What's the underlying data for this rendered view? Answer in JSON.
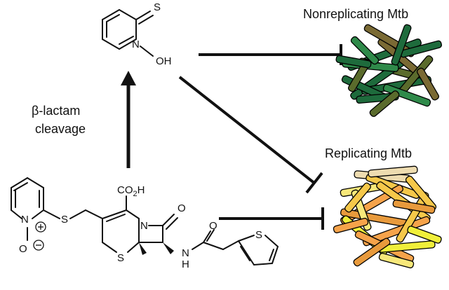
{
  "labels": {
    "nonreplicating": "Nonreplicating Mtb",
    "replicating": "Replicating Mtb",
    "cleavage_line1": "β-lactam",
    "cleavage_line2": "cleavage"
  },
  "atoms": {
    "sulfur": "S",
    "nitrogen": "N",
    "oxygen": "O",
    "hydroxyl": "OH",
    "carboxyl_prefix": "CO",
    "carboxyl_sub": "2",
    "carboxyl_suffix": "H",
    "amide_nh": "H"
  },
  "colors": {
    "nonreplicating_rods": [
      "#1e6b3c",
      "#5a6b2c",
      "#7a6a34",
      "#2f8a4a"
    ],
    "replicating_rods": [
      "#f7e87a",
      "#f6a34a",
      "#f5c84a",
      "#e89a3c",
      "#eedcb0",
      "#f0ef3a"
    ]
  }
}
